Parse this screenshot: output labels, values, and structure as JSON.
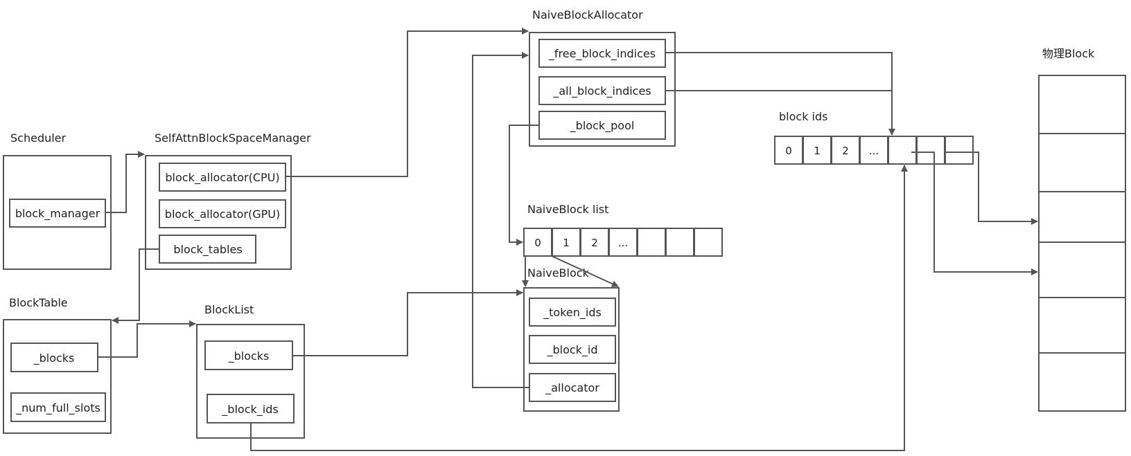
{
  "colors": {
    "stroke": "#555555",
    "text": "#222222",
    "background": "#ffffff"
  },
  "scheduler": {
    "title": "Scheduler",
    "block_manager": "block_manager"
  },
  "manager": {
    "title": "SelfAttnBlockSpaceManager",
    "alloc_cpu": "block_allocator(CPU)",
    "alloc_gpu": "block_allocator(GPU)",
    "block_tables": "block_tables"
  },
  "block_table": {
    "title": "BlockTable",
    "blocks": "_blocks",
    "num_full_slots": "_num_full_slots"
  },
  "block_list": {
    "title": "BlockList",
    "blocks": "_blocks",
    "block_ids": "_block_ids"
  },
  "allocator": {
    "title": "NaiveBlockAllocator",
    "free_block_indices": "_free_block_indices",
    "all_block_indices": "_all_block_indices",
    "block_pool": "_block_pool"
  },
  "naive_block_list": {
    "title": "NaiveBlock list",
    "cells": [
      "0",
      "1",
      "2",
      "...",
      "",
      "",
      ""
    ]
  },
  "naive_block": {
    "title": "NaiveBlock",
    "token_ids": "_token_ids",
    "block_id": "_block_id",
    "allocator": "_allocator"
  },
  "block_ids": {
    "title": "block ids",
    "cells": [
      "0",
      "1",
      "2",
      "...",
      "",
      "",
      ""
    ]
  },
  "physical": {
    "title": "物理Block"
  }
}
